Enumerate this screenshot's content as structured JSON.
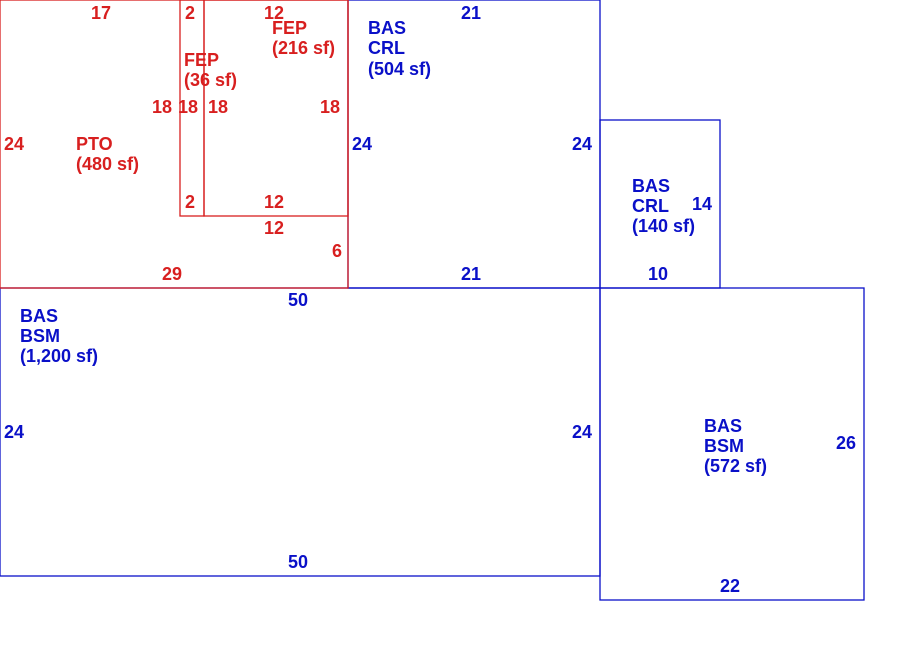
{
  "colors": {
    "bas": "#0a10c8",
    "porch": "#d81f1f",
    "background": "#ffffff"
  },
  "areas": {
    "bas_crl_main": {
      "code": "BAS",
      "type": "CRL",
      "area": "(504 sf)"
    },
    "bas_crl_small": {
      "code": "BAS",
      "type": "CRL",
      "area": "(140 sf)"
    },
    "bas_bsm_main": {
      "code": "BAS",
      "type": "BSM",
      "area": "(1,200 sf)"
    },
    "bas_bsm_side": {
      "code": "BAS",
      "type": "BSM",
      "area": "(572 sf)"
    },
    "pto": {
      "code": "PTO",
      "area": "(480 sf)"
    },
    "fep_large": {
      "code": "FEP",
      "area": "(216 sf)"
    },
    "fep_small": {
      "code": "FEP",
      "area": "(36 sf)"
    }
  },
  "dimensions": {
    "pto_top": "17",
    "fep_small_top": "2",
    "fep_large_top": "12",
    "fep_small_left": "18",
    "fep_small_right": "18",
    "fep_large_left": "18",
    "fep_large_right": "18",
    "pto_left": "24",
    "fep_small_bottom": "2",
    "fep_large_bottom": "12",
    "pto_notch_top": "12",
    "pto_notch_right": "6",
    "pto_bottom": "29",
    "crl_main_top": "21",
    "crl_main_left": "24",
    "crl_main_right": "24",
    "crl_main_bottom": "21",
    "crl_small_right": "14",
    "crl_small_bottom": "10",
    "bsm_main_top": "50",
    "bsm_main_left": "24",
    "bsm_main_right": "24",
    "bsm_main_bottom": "50",
    "bsm_side_right": "26",
    "bsm_side_bottom": "22"
  }
}
